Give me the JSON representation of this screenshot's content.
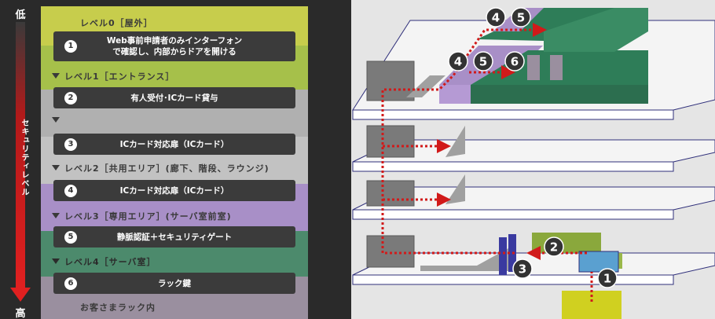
{
  "axis": {
    "low": "低",
    "high": "高",
    "label": "セキュリティレベル"
  },
  "levels": [
    {
      "title": "レベル0［屋外］"
    },
    {
      "title": "レベル1［エントランス］"
    },
    {
      "title": ""
    },
    {
      "title": "レベル2［共用エリア］(廊下、階段、ラウンジ)"
    },
    {
      "title": "レベル3［専用エリア］(サーバ室前室)"
    },
    {
      "title": "レベル4［サーバ室］"
    },
    {
      "title": "お客さまラック内"
    }
  ],
  "steps": [
    {
      "num": "1",
      "line1": "Web事前申請者のみインターフォン",
      "line2": "で確認し、内部からドアを開ける"
    },
    {
      "num": "2",
      "line1": "有人受付･ICカード貸与",
      "line2": ""
    },
    {
      "num": "3",
      "line1": "ICカード対応扉（ICカード）",
      "line2": ""
    },
    {
      "num": "4",
      "line1": "ICカード対応扉（ICカード）",
      "line2": ""
    },
    {
      "num": "5",
      "line1": "静脈認証＋セキュリティゲート",
      "line2": ""
    },
    {
      "num": "6",
      "line1": "ラック鍵",
      "line2": ""
    }
  ],
  "diagram_markers": [
    "4",
    "5",
    "4",
    "5",
    "6",
    "2",
    "3",
    "1"
  ],
  "colors": {
    "level0": "#c7cd4c",
    "level1": "#a6c04a",
    "level_blank": "#b0b0b0",
    "level2": "#c2c2c2",
    "level3": "#a88fc7",
    "level4": "#4c8a6c",
    "rack": "#9a8f9f",
    "server_room": "#2e7d58",
    "arrow": "#d11a1a"
  }
}
